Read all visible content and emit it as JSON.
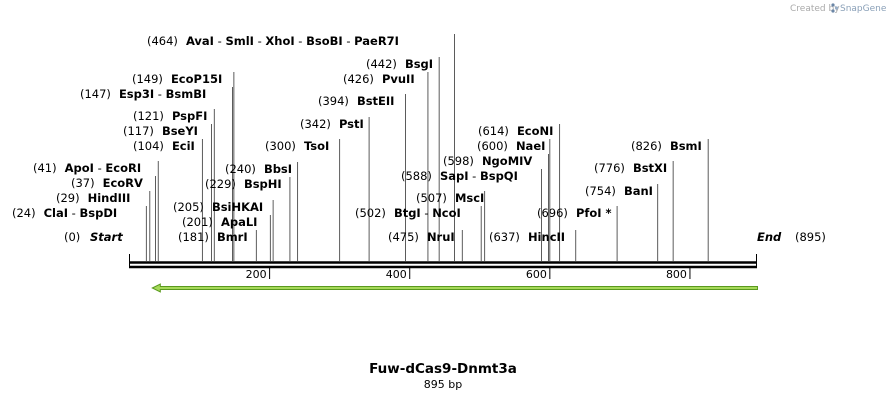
{
  "credit": {
    "prefix": "Created by",
    "brand": "SnapGene"
  },
  "sequence": {
    "name": "Fuw-dCas9-Dnmt3a",
    "length_label": "895 bp",
    "length": 895
  },
  "ruler": {
    "ticks": [
      200,
      400,
      600,
      800
    ]
  },
  "ends": {
    "start_pos": "(0)",
    "start_label": "Start",
    "end_label": "End",
    "end_pos": "(895)"
  },
  "colors": {
    "feature_arrow": "#a6d95a",
    "feature_arrow_stroke": "#5a9a1e",
    "backbone": "#000000"
  },
  "features": [
    {
      "type": "arrow",
      "direction": "reverse",
      "start": 24,
      "end": 895
    }
  ],
  "cut_sites": [
    {
      "site": 24,
      "labels": [
        "(24)",
        "ClaI",
        " - ",
        "BspDI"
      ]
    },
    {
      "site": 29,
      "labels": [
        "(29)",
        "HindIII"
      ]
    },
    {
      "site": 37,
      "labels": [
        "(37)",
        "EcoRV"
      ]
    },
    {
      "site": 41,
      "labels": [
        "(41)",
        "ApoI",
        " - ",
        "EcoRI"
      ]
    },
    {
      "site": 104,
      "labels": [
        "(104)",
        "EciI"
      ]
    },
    {
      "site": 117,
      "labels": [
        "(117)",
        "BseYI"
      ]
    },
    {
      "site": 121,
      "labels": [
        "(121)",
        "PspFI"
      ]
    },
    {
      "site": 147,
      "labels": [
        "(147)",
        "Esp3I",
        " - ",
        "BsmBI"
      ]
    },
    {
      "site": 149,
      "labels": [
        "(149)",
        "EcoP15I"
      ]
    },
    {
      "site": 181,
      "labels": [
        "(181)",
        "BmrI"
      ]
    },
    {
      "site": 201,
      "labels": [
        "(201)",
        "ApaLI"
      ]
    },
    {
      "site": 205,
      "labels": [
        "(205)",
        "BsiHKAI"
      ]
    },
    {
      "site": 229,
      "labels": [
        "(229)",
        "BspHI"
      ]
    },
    {
      "site": 240,
      "labels": [
        "(240)",
        "BbsI"
      ]
    },
    {
      "site": 300,
      "labels": [
        "(300)",
        "TsoI"
      ]
    },
    {
      "site": 342,
      "labels": [
        "(342)",
        "PstI"
      ]
    },
    {
      "site": 394,
      "labels": [
        "(394)",
        "BstEII"
      ]
    },
    {
      "site": 426,
      "labels": [
        "(426)",
        "PvuII"
      ]
    },
    {
      "site": 442,
      "labels": [
        "(442)",
        "BsgI"
      ]
    },
    {
      "site": 464,
      "labels": [
        "(464)",
        "AvaI",
        " - ",
        "SmlI",
        " - ",
        "XhoI",
        " - ",
        "BsoBI",
        " - ",
        "PaeR7I"
      ]
    },
    {
      "site": 475,
      "labels": [
        "(475)",
        "NruI"
      ]
    },
    {
      "site": 502,
      "labels": [
        "(502)",
        "BtgI",
        " - ",
        "NcoI"
      ]
    },
    {
      "site": 507,
      "labels": [
        "(507)",
        "MscI"
      ]
    },
    {
      "site": 588,
      "labels": [
        "(588)",
        "SapI",
        " - ",
        "BspQI"
      ]
    },
    {
      "site": 598,
      "labels": [
        "(598)",
        "NgoMIV"
      ]
    },
    {
      "site": 600,
      "labels": [
        "(600)",
        "NaeI"
      ]
    },
    {
      "site": 614,
      "labels": [
        "(614)",
        "EcoNI"
      ]
    },
    {
      "site": 637,
      "labels": [
        "(637)",
        "HincII"
      ]
    },
    {
      "site": 696,
      "labels": [
        "(696)",
        "PfoI *"
      ]
    },
    {
      "site": 754,
      "labels": [
        "(754)",
        "BanI"
      ]
    },
    {
      "site": 776,
      "labels": [
        "(776)",
        "BstXI"
      ]
    },
    {
      "site": 826,
      "labels": [
        "(826)",
        "BsmI"
      ]
    }
  ]
}
